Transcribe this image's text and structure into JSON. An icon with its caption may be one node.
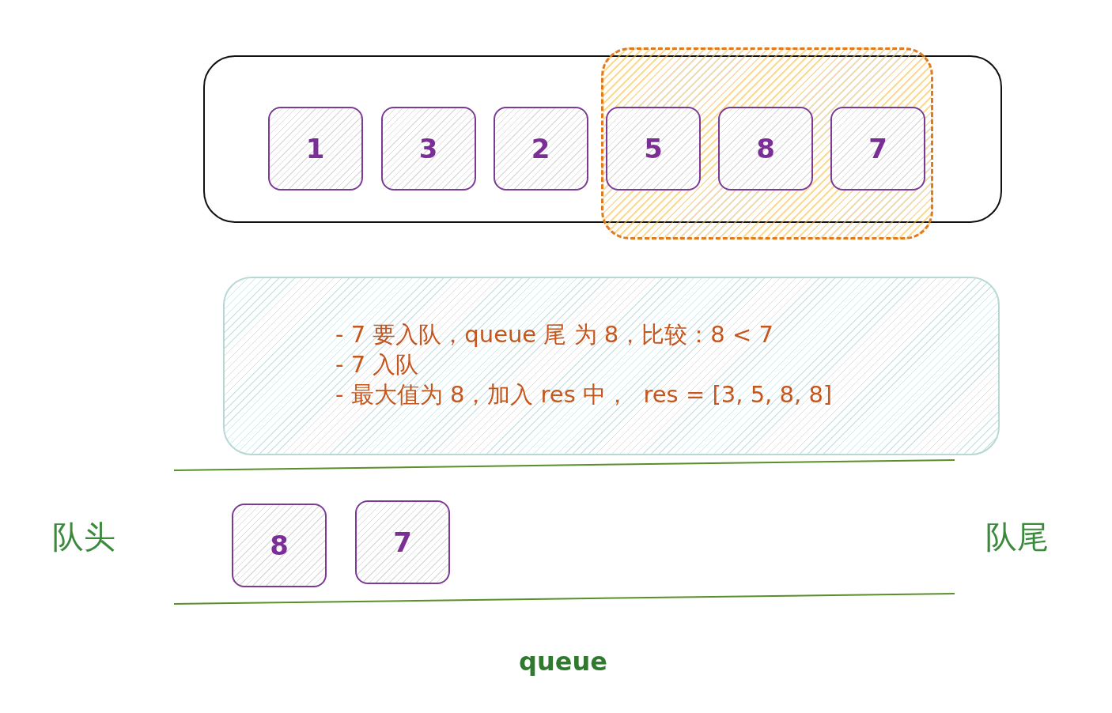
{
  "diagram": {
    "nodes": [
      {
        "text": [],
        "shape": "box"
      },
      {
        "text": [
          "1"
        ],
        "in": 0
      },
      {
        "text": [
          "3"
        ],
        "in": 0
      },
      {
        "text": [
          "2"
        ],
        "in": 0
      },
      {
        "text": [],
        "shape": "box"
      },
      {
        "text": [
          "5"
        ],
        "in": 4
      },
      {
        "text": [
          "8"
        ],
        "in": 4
      },
      {
        "text": [
          "7"
        ],
        "in": 4
      },
      {
        "text": [
          "- 7 要入队，queue 尾 为 8，比较：8 < 7",
          "- 7 入队",
          "- 最大值为 8，加入 res 中，  res = [3, 5, 8, 8]"
        ]
      },
      {
        "text": [
          "8"
        ]
      },
      {
        "text": [
          "7"
        ]
      }
    ],
    "labels": [
      "队头",
      "队尾",
      "queue"
    ]
  }
}
